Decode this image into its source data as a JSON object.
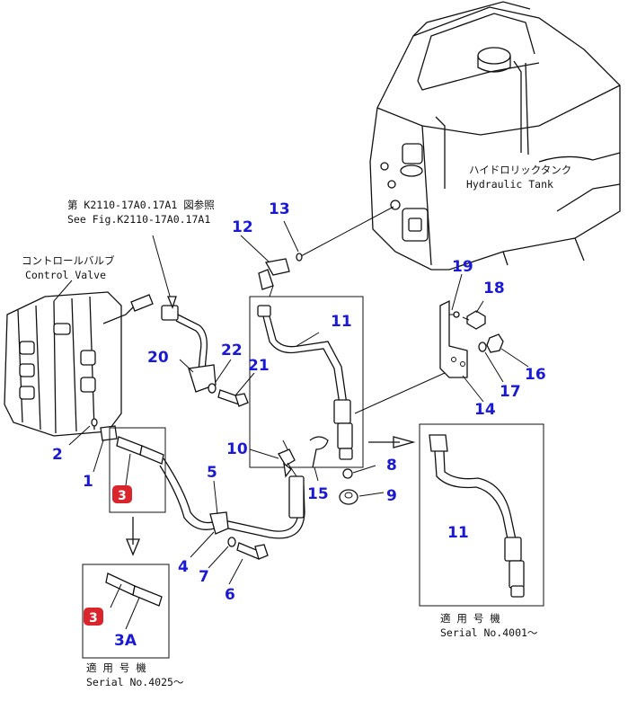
{
  "labels": {
    "ref_fig_jp": "第 K2110-17A0.17A1 図参照",
    "ref_fig_en": "See Fig.K2110-17A0.17A1",
    "control_valve_jp": "コントロールバルブ",
    "control_valve_en": "Control Valve",
    "hyd_tank_jp": "ハイドロリックタンク",
    "hyd_tank_en": "Hydraulic Tank",
    "serial_right_jp": "適 用 号 機",
    "serial_right_en": "Serial No.4001～",
    "serial_left_jp": "適 用 号 機",
    "serial_left_en": "Serial No.4025～"
  },
  "callouts": {
    "n1": "1",
    "n2": "2",
    "n3a": "3",
    "n3b": "3",
    "n3A": "3A",
    "n4": "4",
    "n5": "5",
    "n6": "6",
    "n7": "7",
    "n8": "8",
    "n9": "9",
    "n10": "10",
    "n11a": "11",
    "n11b": "11",
    "n12": "12",
    "n13": "13",
    "n14": "14",
    "n15": "15",
    "n16": "16",
    "n17": "17",
    "n18": "18",
    "n19": "19",
    "n20": "20",
    "n21": "21",
    "n22": "22"
  },
  "colors": {
    "callout": "#1a1ad4",
    "badge": "#d9252b",
    "line": "#111111"
  }
}
